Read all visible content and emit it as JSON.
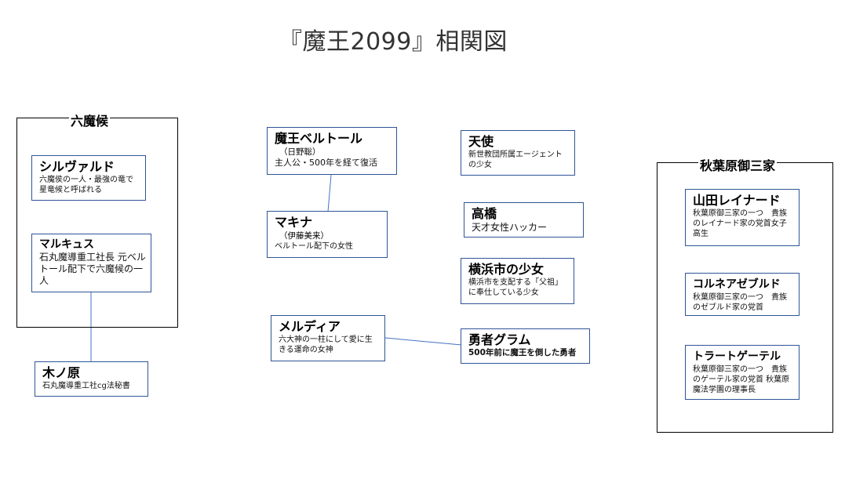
{
  "title": "『魔王2099』相関図",
  "groups": {
    "rokumakou": "六魔候",
    "akihabara": "秋葉原御三家"
  },
  "characters": {
    "silvald": {
      "name": "シルヴァルド",
      "desc": "六魔侯の一人・最強の竜で星竜候と呼ばれる"
    },
    "marcus": {
      "name": "マルキュス",
      "desc": "石丸魔導重工社長 元ベルトール配下で六魔候の一人"
    },
    "kinohara": {
      "name": "木ノ原",
      "desc": "石丸魔導重工社cg法秘書"
    },
    "beltol": {
      "name": "魔王ベルトール",
      "sub": "（日野聡）",
      "desc": "主人公・500年を経て復活"
    },
    "makina": {
      "name": "マキナ",
      "sub": "（伊藤美来）",
      "desc": "ベルトール配下の女性"
    },
    "meldia": {
      "name": "メルディア",
      "desc": "六大神の一柱にして愛に生きる運命の女神"
    },
    "tenshi": {
      "name": "天使",
      "desc": "新世教団所属エージェントの少女"
    },
    "takahashi": {
      "name": "高橋",
      "desc": "天才女性ハッカー"
    },
    "yokohama": {
      "name": "横浜市の少女",
      "desc": "横浜市を支配する「父祖」に奉仕している少女"
    },
    "gram": {
      "name": "勇者グラム",
      "desc": "500年前に魔王を倒した勇者"
    },
    "yamada": {
      "name": "山田レイナード",
      "desc": "秋葉原御三家の一つ　貴族のレイナード家の党首女子高生"
    },
    "cornea": {
      "name": "コルネアゼブルド",
      "desc": "秋葉原御三家の一つ　貴族のゼブルド家の党首"
    },
    "trout": {
      "name": "トラートゲーテル",
      "desc": "秋葉原御三家の一つ　貴族のゲーテル家の党首 秋葉原魔法学園の理事長"
    }
  },
  "colors": {
    "card_border": "#2f5597",
    "link": "#4472c4",
    "group_border": "#000000"
  }
}
